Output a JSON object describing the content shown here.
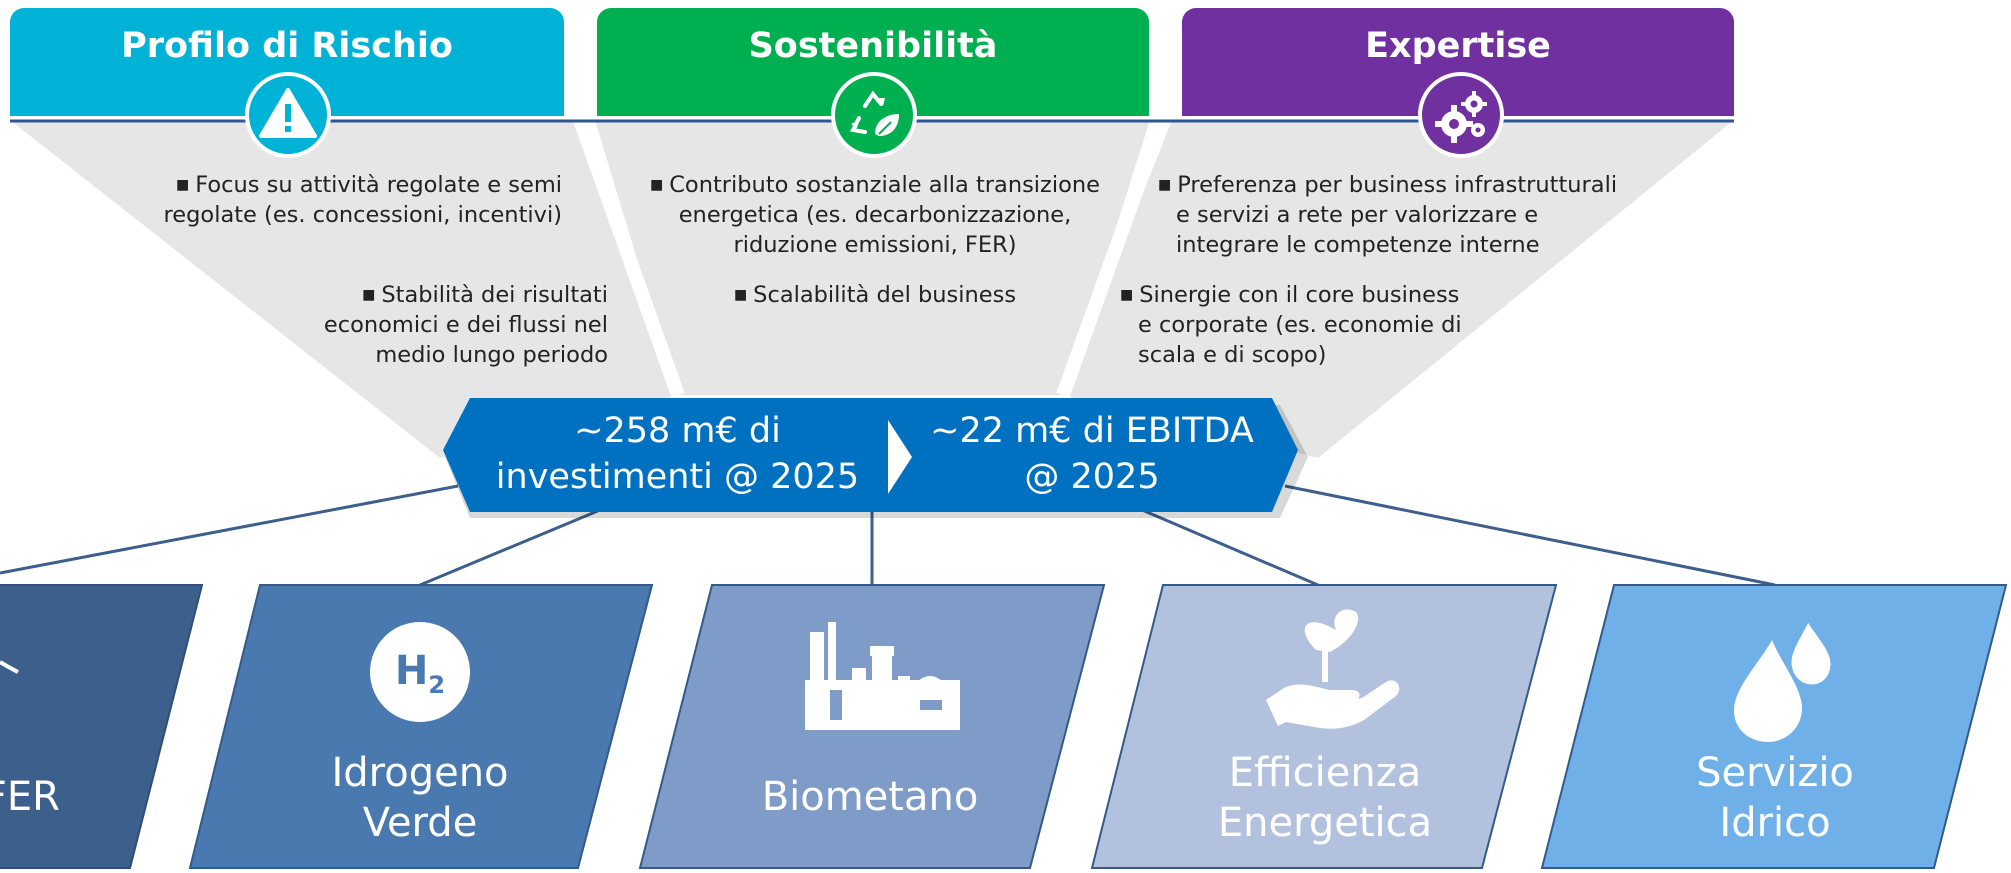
{
  "pillars": [
    {
      "title": "Profilo di Rischio",
      "color": "#00b2d6",
      "icon": "warning-icon",
      "bullets": [
        [
          "Focus su attività regolate e semi",
          "regolate (es. concessioni, incentivi)"
        ],
        [
          "Stabilità dei risultati",
          "economici e dei flussi nel",
          "medio lungo periodo"
        ]
      ]
    },
    {
      "title": "Sostenibilità",
      "color": "#00b050",
      "icon": "recycle-leaf-icon",
      "bullets": [
        [
          "Contributo sostanziale alla transizione",
          "energetica (es. decarbonizzazione,",
          "riduzione emissioni, FER)"
        ],
        [
          "Scalabilità del business"
        ]
      ]
    },
    {
      "title": "Expertise",
      "color": "#7030a0",
      "icon": "gears-icon",
      "bullets": [
        [
          "Preferenza per business infrastrutturali",
          "e servizi a rete per valorizzare e",
          "integrare le competenze interne"
        ],
        [
          "Sinergie con il core business",
          "e corporate (es. economie di",
          "scala e di scopo)"
        ]
      ]
    }
  ],
  "kpi": {
    "left": [
      "~258 m€ di",
      "investimenti @ 2025"
    ],
    "right": [
      "~22 m€ di EBITDA",
      "@ 2025"
    ],
    "color": "#0070c0"
  },
  "businesses": [
    {
      "label": [
        "i FER"
      ],
      "icon": "wind-turbine-icon",
      "color": "#3d5f8c"
    },
    {
      "label": [
        "Idrogeno",
        "Verde"
      ],
      "icon": "hydrogen-h2-icon",
      "icon_text": "H",
      "icon_sub": "2",
      "color": "#4a79b0"
    },
    {
      "label": [
        "Biometano"
      ],
      "icon": "biogas-plant-icon",
      "color": "#7f9bc8"
    },
    {
      "label": [
        "Efficienza",
        "Energetica"
      ],
      "icon": "hand-plant-icon",
      "color": "#b2c2de"
    },
    {
      "label": [
        "Servizio",
        "Idrico"
      ],
      "icon": "water-drops-icon",
      "color": "#6fb0e8"
    }
  ]
}
